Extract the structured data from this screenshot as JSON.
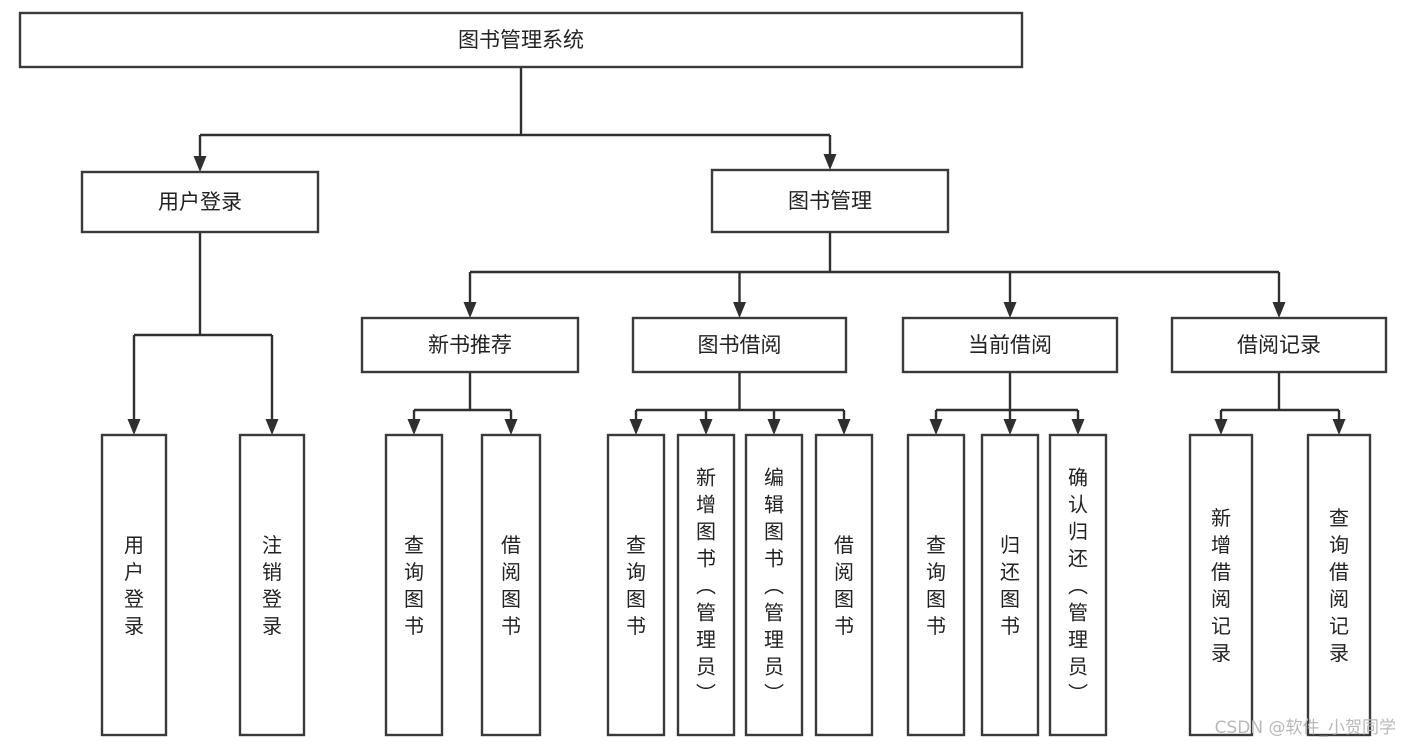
{
  "diagram": {
    "kind": "tree-hierarchy-chart",
    "title_text": "图书管理系统",
    "background_color": "#ffffff",
    "box_stroke_color": "#3a3a3a",
    "box_fill_color": "#ffffff",
    "connector_color": "#2f2f2f",
    "text_color": "#222222",
    "root": {
      "id": "root",
      "label": "图书管理系统"
    },
    "level1": [
      {
        "id": "user-login",
        "label": "用户登录"
      },
      {
        "id": "book-manage",
        "label": "图书管理"
      }
    ],
    "level2": [
      {
        "id": "new-book-recommend",
        "label": "新书推荐",
        "parent": "book-manage"
      },
      {
        "id": "book-borrow",
        "label": "图书借阅",
        "parent": "book-manage"
      },
      {
        "id": "current-borrow",
        "label": "当前借阅",
        "parent": "book-manage"
      },
      {
        "id": "borrow-record",
        "label": "借阅记录",
        "parent": "book-manage"
      }
    ],
    "leaves": {
      "user-login": [
        {
          "id": "leaf-user-login",
          "label": "用户登录"
        },
        {
          "id": "leaf-logout-login",
          "label": "注销登录"
        }
      ],
      "new-book-recommend": [
        {
          "id": "leaf-query-book-1",
          "label": "查询图书"
        },
        {
          "id": "leaf-borrow-book-1",
          "label": "借阅图书"
        }
      ],
      "book-borrow": [
        {
          "id": "leaf-query-book-2",
          "label": "查询图书"
        },
        {
          "id": "leaf-add-book",
          "label": "新增图书（管理员）"
        },
        {
          "id": "leaf-edit-book",
          "label": "编辑图书（管理员）"
        },
        {
          "id": "leaf-borrow-book-2",
          "label": "借阅图书"
        }
      ],
      "current-borrow": [
        {
          "id": "leaf-query-book-3",
          "label": "查询图书"
        },
        {
          "id": "leaf-return-book",
          "label": "归还图书"
        },
        {
          "id": "leaf-confirm-return",
          "label": "确认归还（管理员）"
        }
      ],
      "borrow-record": [
        {
          "id": "leaf-add-record",
          "label": "新增借阅记录"
        },
        {
          "id": "leaf-query-record",
          "label": "查询借阅记录"
        }
      ]
    }
  },
  "watermark": {
    "text": "CSDN @软件_小贺同学",
    "color": "#b9b9b9"
  }
}
